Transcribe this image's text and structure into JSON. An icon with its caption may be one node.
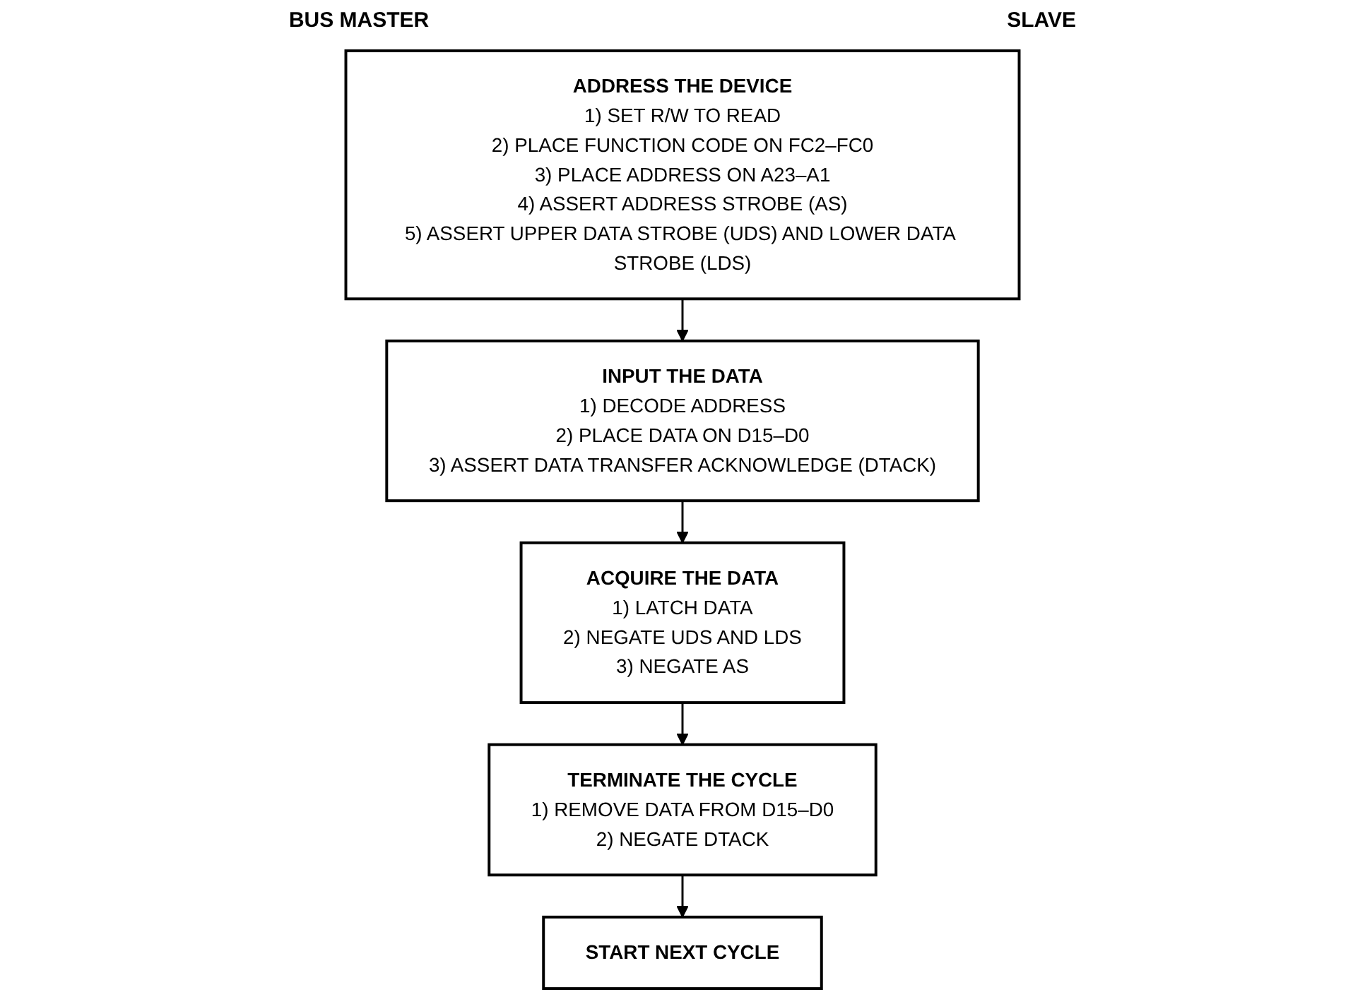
{
  "diagram": {
    "nodes": [
      {
        "text": [
          "ADDRESS THE DEVICE",
          "1) SET R/W TO READ",
          "2) PLACE FUNCTION CODE ON FC2–FC0",
          "3) PLACE ADDRESS ON A23–A1",
          "4) ASSERT ADDRESS STROBE (AS)",
          "5) ASSERT UPPER DATA STROBE (UDS) AND LOWER DATA STROBE (LDS)"
        ]
      },
      {
        "text": [
          "INPUT THE DATA",
          "1) DECODE ADDRESS",
          "2) PLACE DATA ON D15–D0",
          "3) ASSERT DATA TRANSFER ACKNOWLEDGE (DTACK)"
        ]
      },
      {
        "text": [
          "ACQUIRE THE DATA",
          "1) LATCH DATA",
          "2) NEGATE UDS AND LDS",
          "3) NEGATE AS"
        ]
      },
      {
        "text": [
          "TERMINATE THE CYCLE",
          "1) REMOVE DATA FROM D15–D0",
          "2) NEGATE DTACK"
        ]
      },
      {
        "text": [
          "START NEXT CYCLE"
        ]
      }
    ],
    "edges": [
      {
        "from": 0,
        "to": 1,
        "arrow": "to"
      },
      {
        "from": 1,
        "to": 2,
        "arrow": "to"
      },
      {
        "from": 2,
        "to": 3,
        "arrow": "to"
      },
      {
        "from": 3,
        "to": 4,
        "arrow": "to"
      }
    ],
    "labels": [
      "BUS MASTER",
      "SLAVE"
    ]
  }
}
